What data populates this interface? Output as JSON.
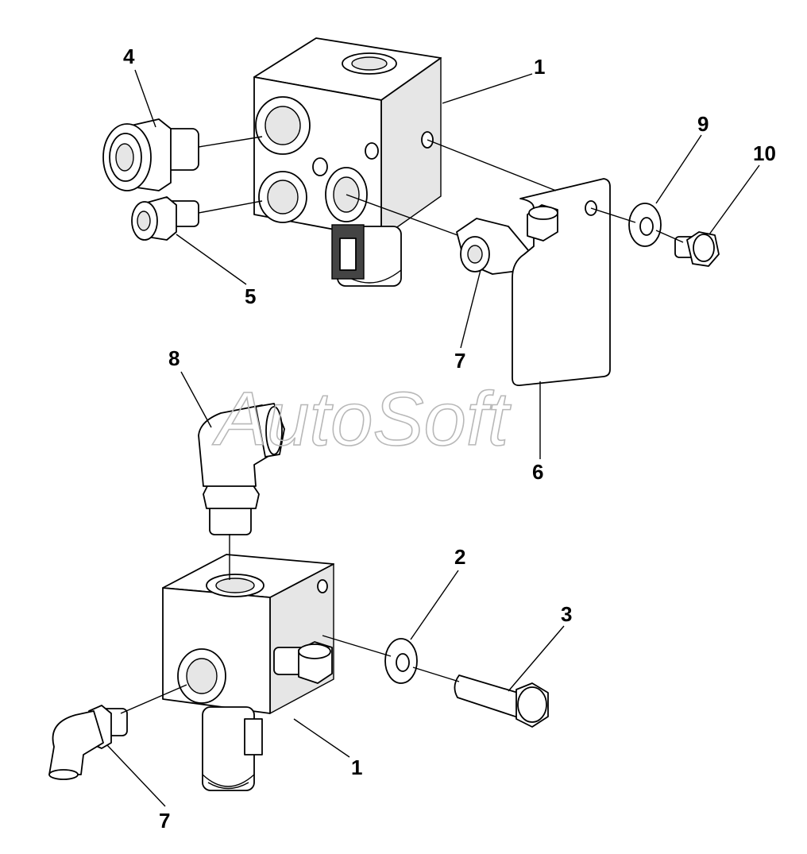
{
  "callouts": {
    "c1_top": "1",
    "c1_bottom": "1",
    "c2": "2",
    "c3": "3",
    "c4": "4",
    "c5": "5",
    "c6": "6",
    "c7_top": "7",
    "c7_bottom": "7",
    "c8": "8",
    "c9": "9",
    "c10": "10"
  },
  "watermark": "AutoSoft"
}
